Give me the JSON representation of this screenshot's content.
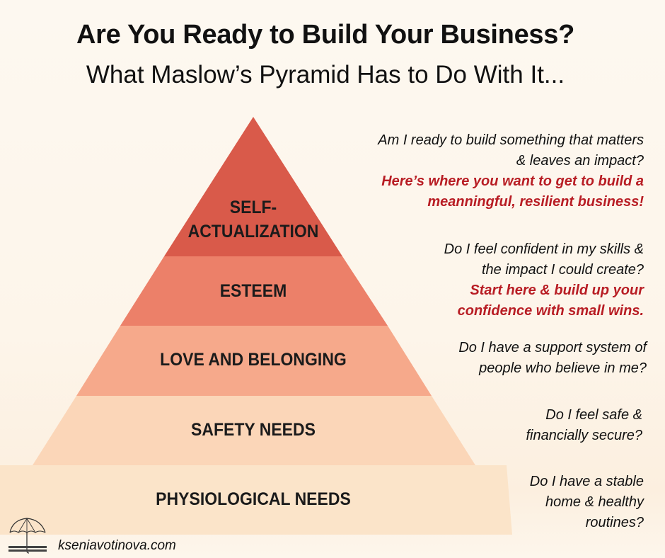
{
  "header": {
    "title": "Are You Ready to Build Your Business?",
    "subtitle": "What Maslow’s Pyramid Has to Do With It..."
  },
  "levels": [
    {
      "label_line1": "SELF-",
      "label_line2": "ACTUALIZATION",
      "color": "#d95a4a",
      "question": [
        "Am I ready to build something that matters",
        "& leaves an impact?"
      ],
      "highlight": [
        "Here’s where you want to get to build a",
        "meanningful, resilient business!"
      ]
    },
    {
      "label": "ESTEEM",
      "color": "#ec8069",
      "question": [
        "Do I feel confident in my skills &",
        "the impact I could create?"
      ],
      "highlight": [
        "Start here & build up your",
        "confidence with small wins."
      ]
    },
    {
      "label": "LOVE AND BELONGING",
      "color": "#f6a98b",
      "question": [
        "Do I have a support system of",
        "people who believe in me?"
      ]
    },
    {
      "label": "SAFETY NEEDS",
      "color": "#fbd6b8",
      "question": [
        "Do I feel safe &",
        "financially secure?"
      ]
    },
    {
      "label": "PHYSIOLOGICAL NEEDS",
      "color": "#fbe4c9",
      "question": [
        "Do I have a stable",
        "home & healthy",
        "routines?"
      ]
    }
  ],
  "footer": {
    "url": "kseniavotinova.com",
    "logo_icon": "umbrella-over-books-icon"
  }
}
